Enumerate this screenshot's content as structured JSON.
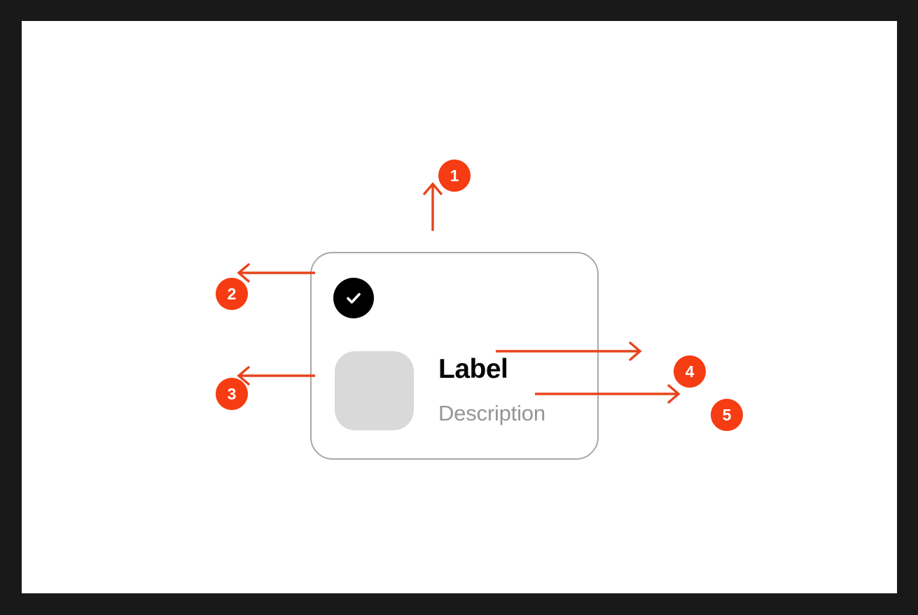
{
  "frame": {
    "background_color": "#191919",
    "canvas_color": "#ffffff"
  },
  "card": {
    "border_color": "#a8a8a8",
    "corner_radius": "32px",
    "check_icon": "check-icon",
    "check_icon_background": "#000000",
    "thumbnail": "thumbnail-placeholder",
    "thumbnail_color": "#d9d9d9",
    "label": "Label",
    "label_color": "#050505",
    "description": "Description",
    "description_color": "#959595"
  },
  "annotations": {
    "accent_color": "#F63C12",
    "badges": [
      {
        "id": 1,
        "number": "1",
        "points_to": "card-container",
        "direction": "up"
      },
      {
        "id": 2,
        "number": "2",
        "points_to": "check-icon",
        "direction": "left"
      },
      {
        "id": 3,
        "number": "3",
        "points_to": "thumbnail-placeholder",
        "direction": "left"
      },
      {
        "id": 4,
        "number": "4",
        "points_to": "label",
        "direction": "right"
      },
      {
        "id": 5,
        "number": "5",
        "points_to": "description",
        "direction": "right"
      }
    ]
  }
}
